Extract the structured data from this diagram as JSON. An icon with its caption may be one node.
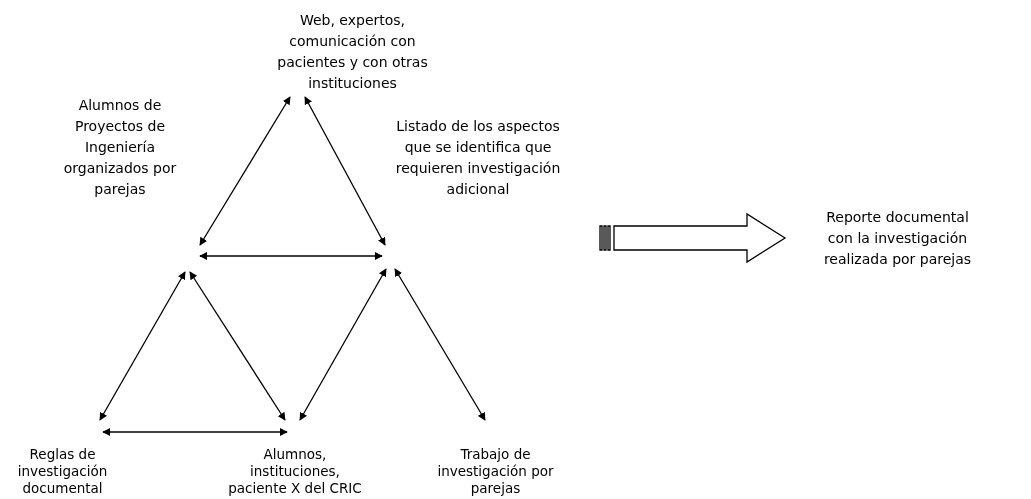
{
  "diagram": {
    "nodes": [
      {
        "text": [
          "Web, expertos, comunicación con pacientes y con otras instituciones"
        ]
      },
      {
        "text": [
          "Alumnos de Proyectos de Ingeniería organizados por parejas"
        ]
      },
      {
        "text": [
          "Listado de los aspectos que se identifica que requieren investigación adicional"
        ]
      },
      {
        "text": [
          "Reglas de investigación documental"
        ]
      },
      {
        "text": [
          "Alumnos, instituciones, paciente X del CRIC"
        ]
      },
      {
        "text": [
          "Trabajo de investigación por parejas"
        ]
      },
      {
        "text": [
          "Reporte documental con la investigación realizada por parejas"
        ]
      }
    ],
    "edges": [
      {
        "from": 0,
        "to": 1,
        "arrow": "both"
      },
      {
        "from": 0,
        "to": 2,
        "arrow": "both"
      },
      {
        "from": 1,
        "to": 2,
        "arrow": "both"
      },
      {
        "from": 1,
        "to": 3,
        "arrow": "both"
      },
      {
        "from": 1,
        "to": 4,
        "arrow": "both"
      },
      {
        "from": 2,
        "to": 4,
        "arrow": "both"
      },
      {
        "from": 2,
        "to": 5,
        "arrow": "both"
      },
      {
        "from": 3,
        "to": 4,
        "arrow": "both"
      },
      {
        "from": 2,
        "to": 6,
        "arrow": "to",
        "style": "thick"
      }
    ]
  }
}
